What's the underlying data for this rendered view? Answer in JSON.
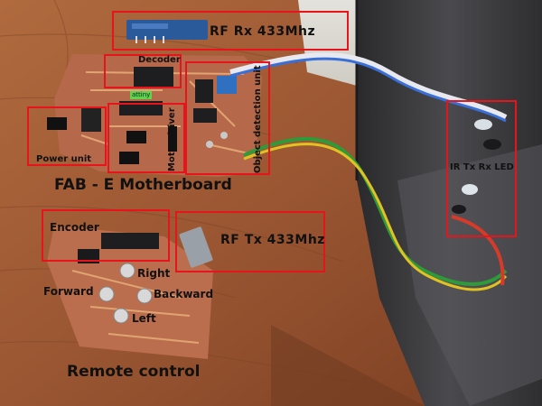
{
  "labels": {
    "rf_rx": "RF Rx 433Mhz",
    "decoder": "Decoder",
    "power_unit": "Power unit",
    "motor_driver": "Motor driver",
    "object_detection": "Object detection unit",
    "ir_led": "IR Tx Rx LED",
    "motherboard_title": "FAB - E Motherboard",
    "encoder": "Encoder",
    "rf_tx": "RF Tx 433Mhz",
    "right": "Right",
    "forward": "Forward",
    "backward": "Backward",
    "left": "Left",
    "remote_title": "Remote control",
    "mcu_tag": "attiny"
  },
  "colors": {
    "annotation_box": "#e8141c",
    "label_text": "#111111",
    "pcb_copper": "#b5684a",
    "desk_wood": "#9a5a35",
    "wire_green": "#2e9a3a",
    "wire_yellow": "#e2c222",
    "wire_red": "#d83a2a",
    "wire_blue": "#3a6fd8"
  }
}
